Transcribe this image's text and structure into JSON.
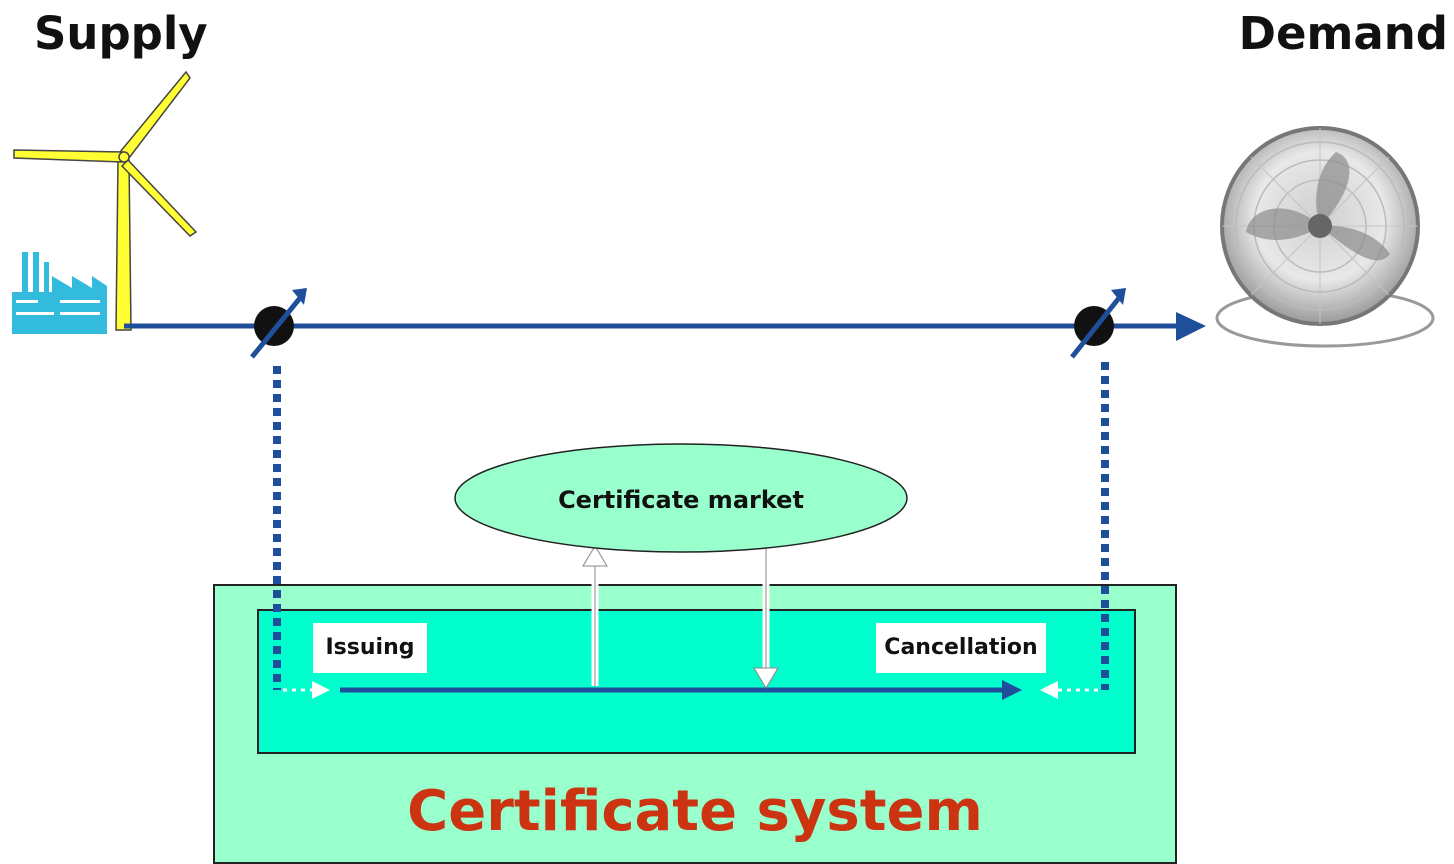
{
  "headings": {
    "supply": "Supply",
    "demand": "Demand"
  },
  "certificate_market": {
    "label": "Certificate market"
  },
  "certificate_system": {
    "label": "Certificate system",
    "issuing_label": "Issuing",
    "cancellation_label": "Cancellation"
  },
  "colors": {
    "flow_line": "#1f4e9a",
    "wind_turbine": "#ffff33",
    "factory": "#33bbdd",
    "market_fill": "#99ffcc",
    "system_outer": "#99ffcc",
    "system_inner": "#00ffcc",
    "system_label": "#cc3311"
  },
  "icons": {
    "wind_turbine": "wind-turbine-icon",
    "factory": "factory-icon",
    "fan": "electric-fan-icon",
    "meter": "electricity-meter-icon"
  }
}
